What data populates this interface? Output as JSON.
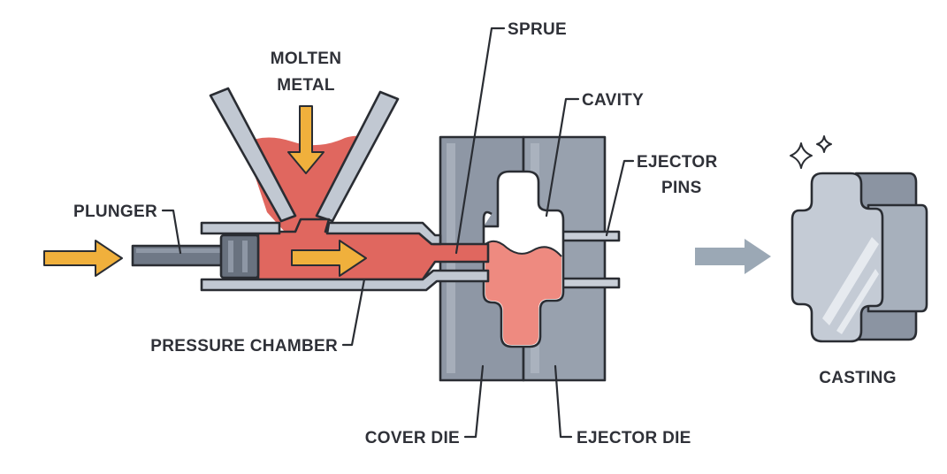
{
  "diagram": {
    "type": "die-casting-process",
    "labels": {
      "molten_metal_line1": "MOLTEN",
      "molten_metal_line2": "METAL",
      "sprue": "SPRUE",
      "cavity": "CAVITY",
      "ejector_pins_line1": "EJECTOR",
      "ejector_pins_line2": "PINS",
      "plunger": "PLUNGER",
      "pressure_chamber": "PRESSURE CHAMBER",
      "cover_die": "COVER DIE",
      "ejector_die": "EJECTOR DIE",
      "casting": "CASTING"
    },
    "colors": {
      "molten_metal": "#e0675f",
      "molten_metal_light": "#ee8a80",
      "arrow": "#f0b03c",
      "steel": "#8f98a6",
      "steel_light": "#c3cad4",
      "steel_dark": "#6f7886",
      "output_arrow": "#9ba8b5",
      "outline": "#2a2d33"
    }
  }
}
